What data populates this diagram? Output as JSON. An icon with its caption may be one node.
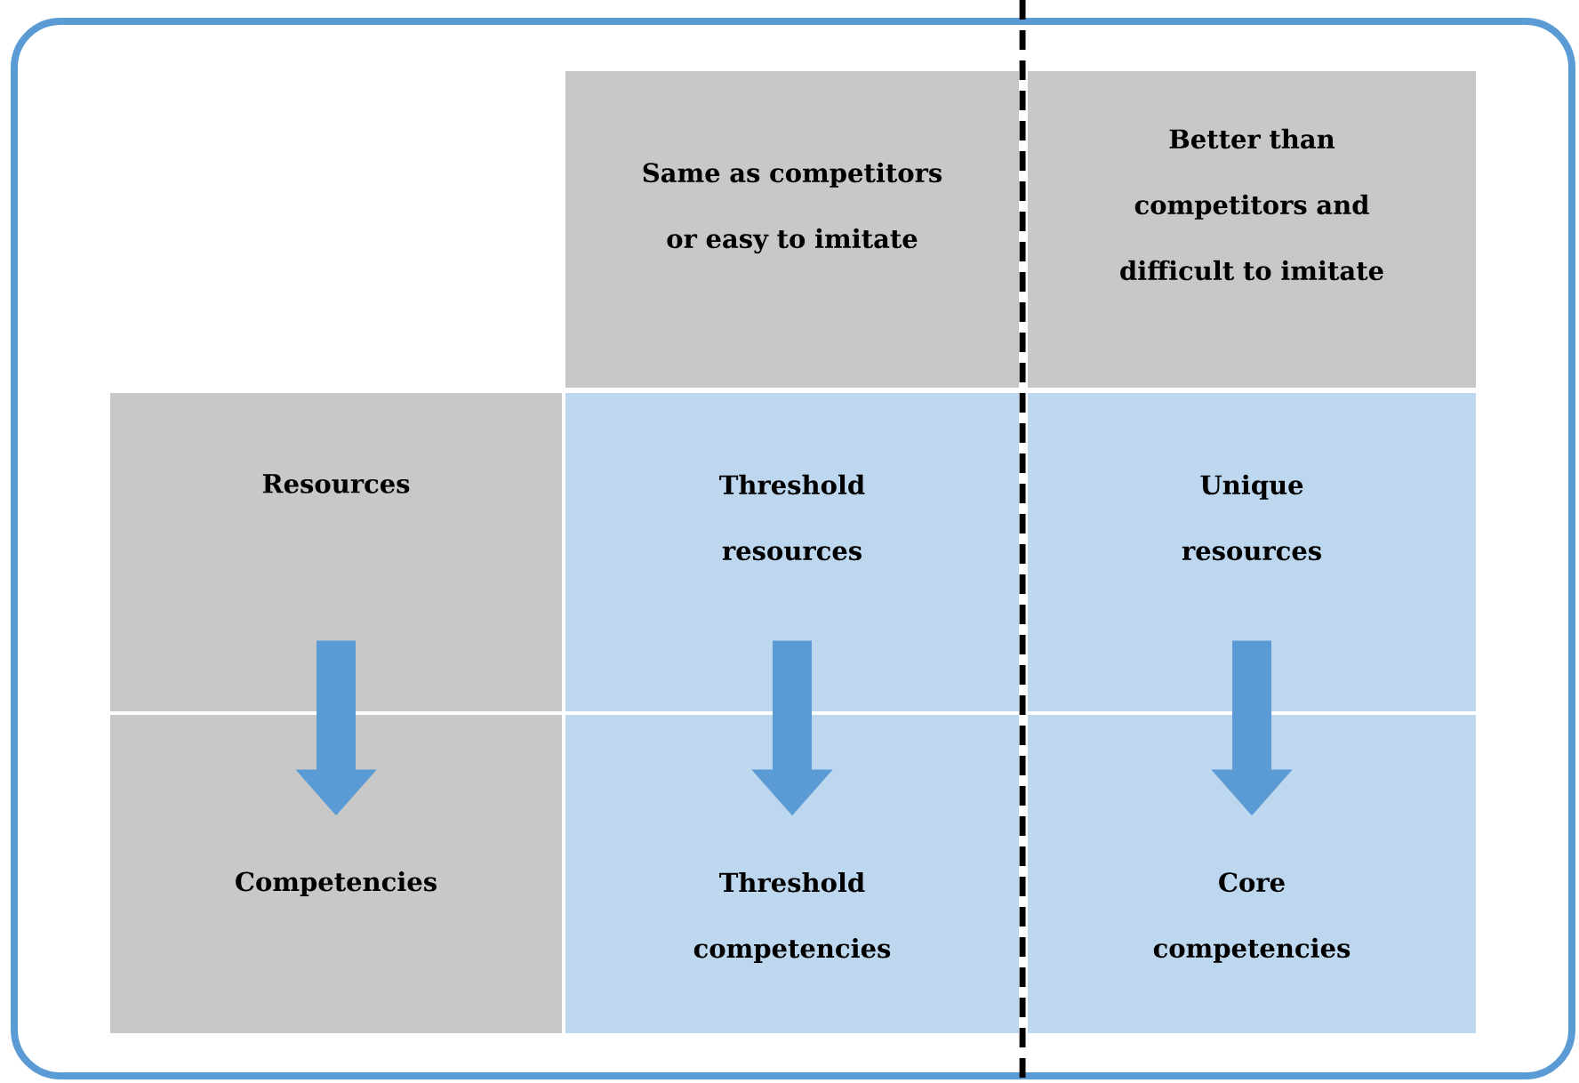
{
  "diagram": {
    "nodes": [
      {
        "text": [
          "Same as competitors or easy to imitate"
        ]
      },
      {
        "text": [
          "Better than competitors and difficult to imitate"
        ]
      },
      {
        "text": [
          "Resources"
        ]
      },
      {
        "text": [
          "Threshold resources"
        ]
      },
      {
        "text": [
          "Unique resources"
        ]
      },
      {
        "text": [
          "Competencies"
        ]
      },
      {
        "text": [
          "Threshold competencies"
        ]
      },
      {
        "text": [
          "Core competencies"
        ]
      }
    ],
    "edges": [
      {
        "from": 2,
        "to": 5,
        "arrow": "to"
      },
      {
        "from": 3,
        "to": 6,
        "arrow": "to"
      },
      {
        "from": 4,
        "to": 7,
        "arrow": "to"
      }
    ]
  }
}
